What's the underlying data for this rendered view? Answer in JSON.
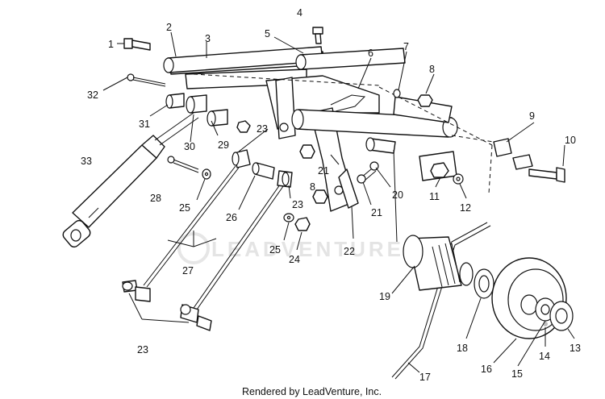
{
  "watermark": "LEADVENTURE",
  "footer": "Rendered by LeadVenture, Inc.",
  "callouts": {
    "c1": "1",
    "c2": "2",
    "c3": "3",
    "c4": "4",
    "c5": "5",
    "c6": "6",
    "c7": "7",
    "c8a": "8",
    "c8b": "8",
    "c9": "9",
    "c10": "10",
    "c11": "11",
    "c12": "12",
    "c13": "13",
    "c14": "14",
    "c15": "15",
    "c16": "16",
    "c17": "17",
    "c18": "18",
    "c19": "19",
    "c20": "20",
    "c21a": "21",
    "c21b": "21",
    "c22": "22",
    "c23a": "23",
    "c23b": "23",
    "c23c": "23",
    "c24": "24",
    "c25a": "25",
    "c25b": "25",
    "c26": "26",
    "c27": "27",
    "c28": "28",
    "c29": "29",
    "c30": "30",
    "c31": "31",
    "c32": "32",
    "c33": "33"
  }
}
